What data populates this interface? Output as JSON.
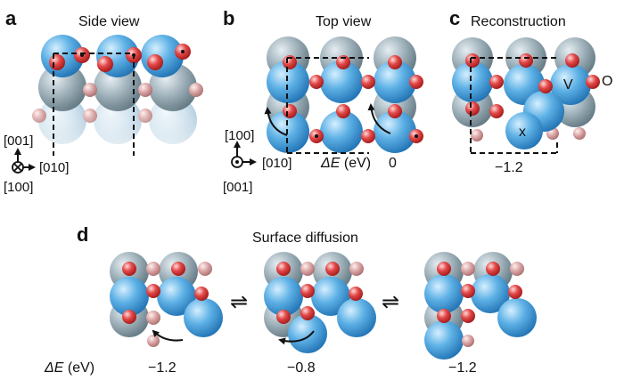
{
  "panels": {
    "a": {
      "label": "a",
      "title": "Side view",
      "axes": {
        "up": "[001]",
        "right": "[010]",
        "into": "[100]"
      }
    },
    "b": {
      "label": "b",
      "title": "Top view",
      "axes": {
        "up": "[100]",
        "right": "[010]",
        "out": "[001]"
      },
      "energy_label": "ΔE (eV)",
      "energy_symbol": "ΔE",
      "energy_unit": "(eV)",
      "energy_value": "0"
    },
    "c": {
      "label": "c",
      "title": "Reconstruction",
      "energy_value": "−1.2",
      "legend": {
        "v": "V",
        "o": "O",
        "vacancy": "x"
      }
    },
    "d": {
      "label": "d",
      "title": "Surface diffusion",
      "energy_symbol": "ΔE",
      "energy_unit": "(eV)",
      "states": [
        "−1.2",
        "−0.8",
        "−1.2"
      ],
      "equilibrium_symbol": "⇌"
    }
  },
  "colors": {
    "v_atom": "#4aa3df",
    "o_atom": "#d93a3a",
    "sub_v": "#8fa0a8",
    "deep_v": "#bcd6e6",
    "deep_o": "#e8c4c4"
  },
  "icons": [
    "rotation-arrow-icon",
    "cross-in-circle-icon",
    "dot-in-circle-icon",
    "equilibrium-arrows-icon"
  ]
}
